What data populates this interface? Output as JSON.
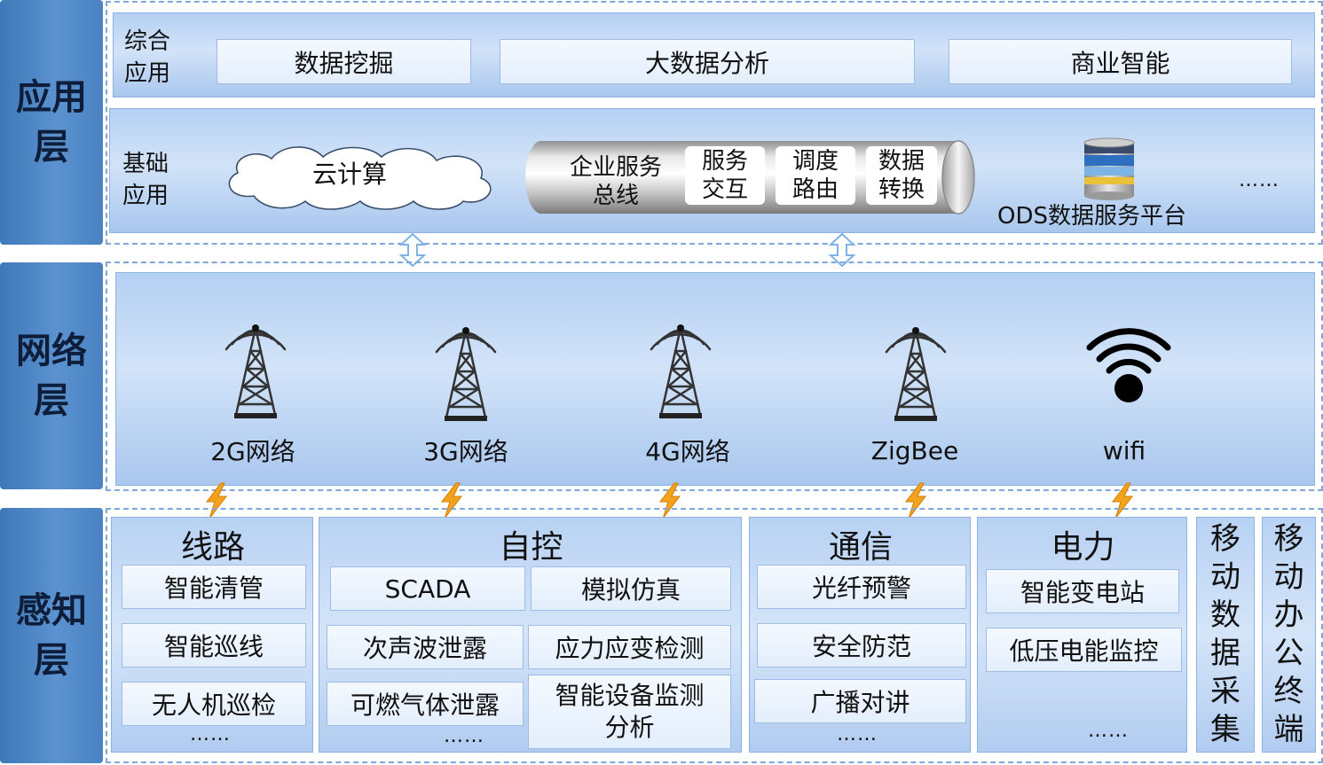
{
  "layers": {
    "application": "应用层",
    "network": "网络层",
    "perception": "感知层"
  },
  "application": {
    "comprehensive": {
      "label": "综合\n应用",
      "items": [
        "数据挖掘",
        "大数据分析",
        "商业智能"
      ]
    },
    "basic": {
      "label": "基础\n应用",
      "cloud": "云计算",
      "esb": "企业服务\n总线",
      "esb_items": [
        "服务\n交互",
        "调度\n路由",
        "数据\n转换"
      ],
      "ods": "ODS数据服务平台",
      "more": "……"
    }
  },
  "network": {
    "items": [
      {
        "label": "2G网络",
        "icon": "tower-icon"
      },
      {
        "label": "3G网络",
        "icon": "tower-icon"
      },
      {
        "label": "4G网络",
        "icon": "tower-icon"
      },
      {
        "label": "ZigBee",
        "icon": "tower-icon"
      },
      {
        "label": "wifi",
        "icon": "wifi-icon"
      }
    ]
  },
  "perception": {
    "line": {
      "title": "线路",
      "items": [
        "智能清管",
        "智能巡线",
        "无人机巡检"
      ],
      "more": "……"
    },
    "control": {
      "title": "自控",
      "items": [
        "SCADA",
        "模拟仿真",
        "次声波泄露",
        "应力应变检测",
        "可燃气体泄露",
        "智能设备监测\n分析"
      ],
      "more": "……"
    },
    "comm": {
      "title": "通信",
      "items": [
        "光纤预警",
        "安全防范",
        "广播对讲"
      ],
      "more": "……"
    },
    "power": {
      "title": "电力",
      "items": [
        "智能变电站",
        "低压电能监控"
      ],
      "more": "……"
    },
    "mobile_data": "移\n动\n数\n据\n采\n集",
    "mobile_office": "移\n动\n办\n公\n终\n端"
  },
  "colors": {
    "side": "#4a82c2",
    "band": "#c4dbf6",
    "frame": "#7fa7dc",
    "lightning": "#f2a21b",
    "arrow": "#7fb3e8"
  }
}
